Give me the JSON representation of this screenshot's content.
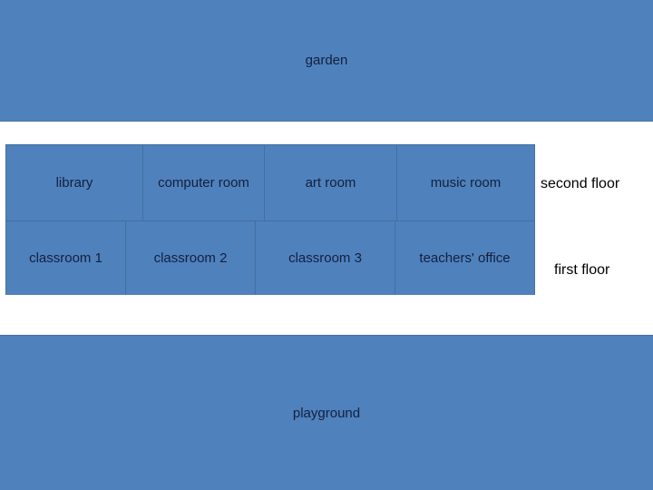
{
  "colors": {
    "block_fill": "#4f81bd",
    "divider": "#45709f",
    "room_text": "#14203c",
    "floor_text": "#000000"
  },
  "garden": {
    "label": "garden"
  },
  "playground": {
    "label": "playground"
  },
  "building": {
    "floors": [
      {
        "label": "second floor",
        "rooms": [
          {
            "label": "library"
          },
          {
            "label": "computer room"
          },
          {
            "label": "art room"
          },
          {
            "label": "music room"
          }
        ]
      },
      {
        "label": "first floor",
        "rooms": [
          {
            "label": "classroom 1"
          },
          {
            "label": "classroom 2"
          },
          {
            "label": "classroom 3"
          },
          {
            "label": "teachers' office"
          }
        ]
      }
    ]
  }
}
